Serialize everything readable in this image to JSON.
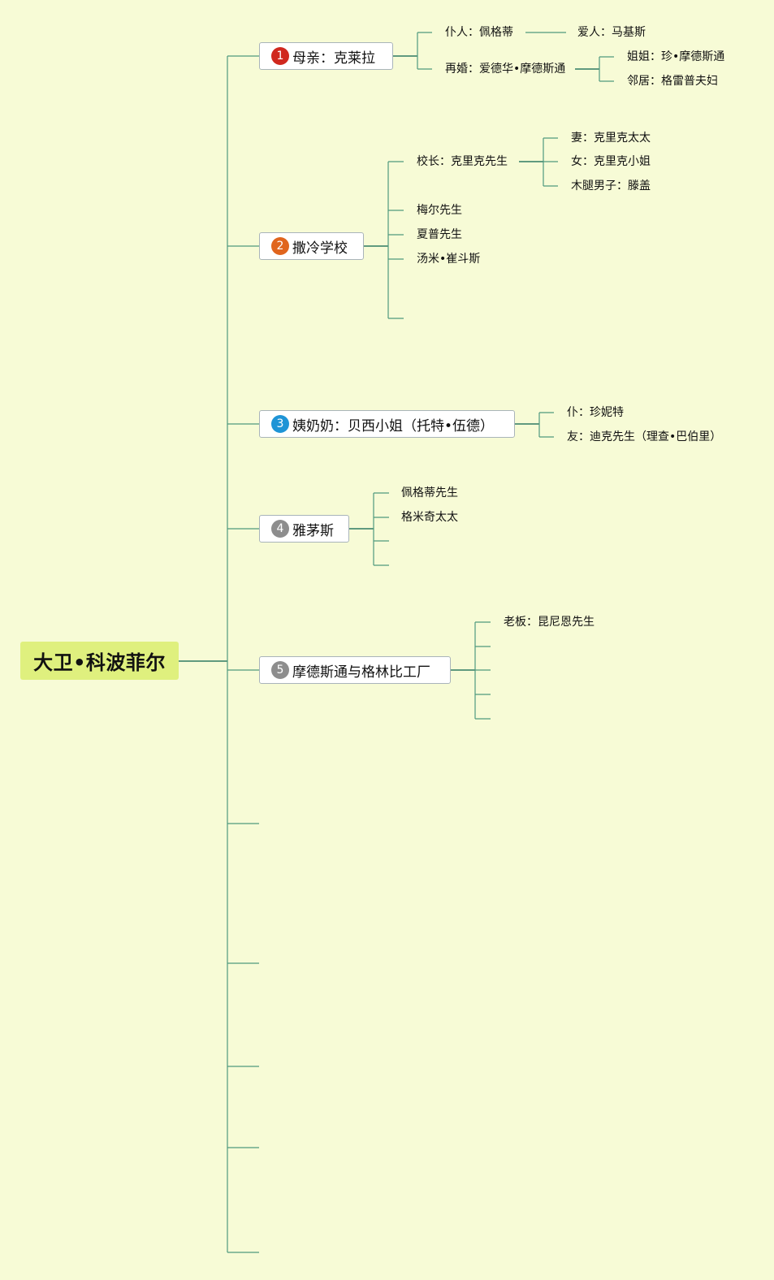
{
  "root": {
    "label": "大卫•科波菲尔"
  },
  "colors": {
    "background": "#f7fbd6",
    "root_fill": "#dff07e",
    "line": "#4f9a7e",
    "badge_1": "#d0281e",
    "badge_2": "#e0651d",
    "badge_3": "#1e94d6",
    "badge_4": "#8d8d8d",
    "badge_5": "#8d8d8d"
  },
  "topics": [
    {
      "number": "1",
      "label": "母亲：克莱拉",
      "children": [
        {
          "label": "仆人：佩格蒂",
          "children": [
            {
              "label": "爱人：马基斯"
            }
          ]
        },
        {
          "label": "再婚：爱德华•摩德斯通",
          "children": [
            {
              "label": "姐姐：珍•摩德斯通"
            },
            {
              "label": "邻居：格雷普夫妇"
            }
          ]
        }
      ]
    },
    {
      "number": "2",
      "label": "撒冷学校",
      "children": [
        {
          "label": "校长：克里克先生",
          "children": [
            {
              "label": "妻：克里克太太"
            },
            {
              "label": "女：克里克小姐"
            },
            {
              "label": "木腿男子：滕盖"
            }
          ]
        },
        {
          "label": "梅尔先生"
        },
        {
          "label": "夏普先生"
        },
        {
          "label": "汤米•崔斗斯"
        },
        {
          "label": ""
        }
      ]
    },
    {
      "number": "3",
      "label": "姨奶奶：贝西小姐（托特•伍德）",
      "children": [
        {
          "label": "仆：珍妮特"
        },
        {
          "label": "友：迪克先生（理查•巴伯里）"
        }
      ]
    },
    {
      "number": "4",
      "label": "雅茅斯",
      "children": [
        {
          "label": "佩格蒂先生"
        },
        {
          "label": "格米奇太太"
        },
        {
          "label": ""
        },
        {
          "label": ""
        }
      ]
    },
    {
      "number": "5",
      "label": "摩德斯通与格林比工厂",
      "children": [
        {
          "label": "老板：昆尼恩先生"
        },
        {
          "label": ""
        },
        {
          "label": ""
        },
        {
          "label": ""
        },
        {
          "label": ""
        }
      ]
    }
  ]
}
